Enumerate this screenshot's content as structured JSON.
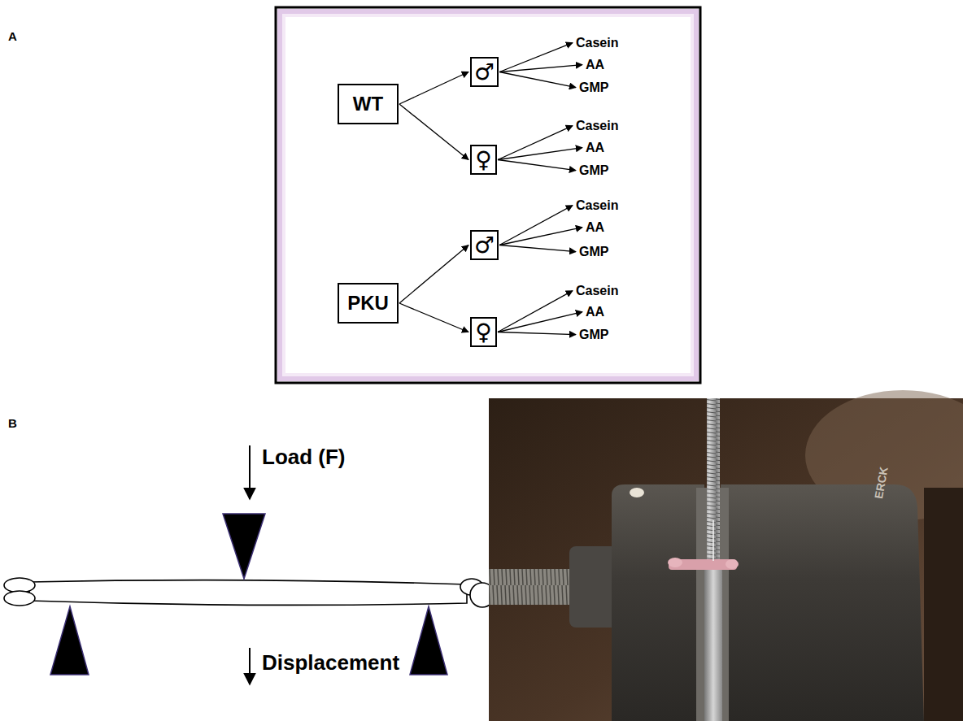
{
  "diagram": {
    "nodes": [
      {
        "text": [
          "WT"
        ]
      },
      {
        "text": [
          "♂"
        ]
      },
      {
        "text": [
          "Casein"
        ]
      },
      {
        "text": [
          "AA"
        ]
      },
      {
        "text": [
          "GMP"
        ]
      },
      {
        "text": [
          "♀"
        ]
      },
      {
        "text": [
          "Casein"
        ]
      },
      {
        "text": [
          "AA"
        ]
      },
      {
        "text": [
          "GMP"
        ]
      },
      {
        "text": [
          "PKU"
        ]
      },
      {
        "text": [
          "♂"
        ]
      },
      {
        "text": [
          "Casein"
        ]
      },
      {
        "text": [
          "AA"
        ]
      },
      {
        "text": [
          "GMP"
        ]
      },
      {
        "text": [
          "♀"
        ]
      },
      {
        "text": [
          "Casein"
        ]
      },
      {
        "text": [
          "AA"
        ]
      },
      {
        "text": [
          "GMP"
        ]
      }
    ],
    "edges": [
      {
        "from": 0,
        "to": 1,
        "arrow": "to"
      },
      {
        "from": 0,
        "to": 5,
        "arrow": "to"
      },
      {
        "from": 1,
        "to": 2,
        "arrow": "to"
      },
      {
        "from": 1,
        "to": 3,
        "arrow": "to"
      },
      {
        "from": 1,
        "to": 4,
        "arrow": "to"
      },
      {
        "from": 5,
        "to": 6,
        "arrow": "to"
      },
      {
        "from": 5,
        "to": 7,
        "arrow": "to"
      },
      {
        "from": 5,
        "to": 8,
        "arrow": "to"
      },
      {
        "from": 9,
        "to": 10,
        "arrow": "to"
      },
      {
        "from": 9,
        "to": 14,
        "arrow": "to"
      },
      {
        "from": 10,
        "to": 11,
        "arrow": "to"
      },
      {
        "from": 10,
        "to": 12,
        "arrow": "to"
      },
      {
        "from": 10,
        "to": 13,
        "arrow": "to"
      },
      {
        "from": 14,
        "to": 15,
        "arrow": "to"
      },
      {
        "from": 14,
        "to": 16,
        "arrow": "to"
      },
      {
        "from": 14,
        "to": 17,
        "arrow": "to"
      }
    ],
    "labels": [
      "A",
      "B",
      "Load (F)",
      "Displacement",
      "ERCK"
    ]
  }
}
